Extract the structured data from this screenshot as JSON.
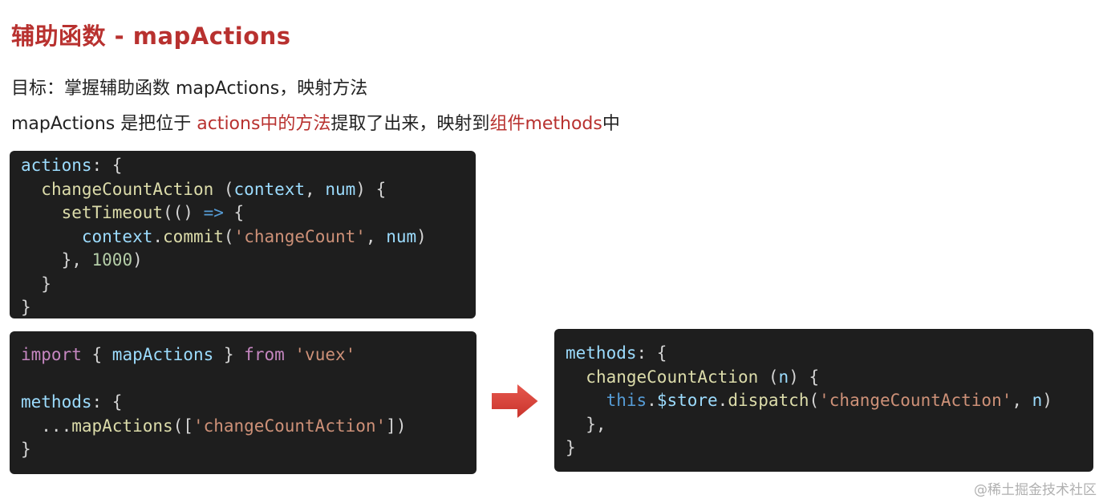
{
  "slide": {
    "title": "辅助函数 - mapActions",
    "line1": "目标：掌握辅助函数 mapActions，映射方法",
    "line2": {
      "p1": "mapActions 是把位于 ",
      "h1": "actions中的方法",
      "p2": "提取了出来，映射到",
      "h2": "组件methods",
      "p3": "中"
    }
  },
  "code1": {
    "l1": [
      "actions",
      ": {"
    ],
    "l2": [
      "  ",
      "changeCountAction",
      " (",
      "context",
      ", ",
      "num",
      ") {"
    ],
    "l3": [
      "    ",
      "setTimeout",
      "(() ",
      "=>",
      " {"
    ],
    "l4": [
      "      ",
      "context",
      ".",
      "commit",
      "(",
      "'changeCount'",
      ", ",
      "num",
      ")"
    ],
    "l5": [
      "    }, ",
      "1000",
      ")"
    ],
    "l6": "  }",
    "l7": "}"
  },
  "code2": {
    "l1": [
      "import",
      " { ",
      "mapActions",
      " } ",
      "from",
      " ",
      "'vuex'"
    ],
    "l3": [
      "methods",
      ": {"
    ],
    "l4": [
      "  ...",
      "mapActions",
      "([",
      "'changeCountAction'",
      "])"
    ],
    "l5": "}"
  },
  "code3": {
    "l1": [
      "methods",
      ": {"
    ],
    "l2": [
      "  ",
      "changeCountAction",
      " (",
      "n",
      ") {"
    ],
    "l3": [
      "    ",
      "this",
      ".",
      "$store",
      ".",
      "dispatch",
      "(",
      "'changeCountAction'",
      ", ",
      "n",
      ")"
    ],
    "l4": "  },",
    "l5": "}"
  },
  "arrow_icon": "right-arrow-icon",
  "watermark": "@稀土掘金技术社区",
  "colors": {
    "accent": "#b8312f",
    "code_bg": "#1e1e1e",
    "arrow": "#d9413a"
  }
}
